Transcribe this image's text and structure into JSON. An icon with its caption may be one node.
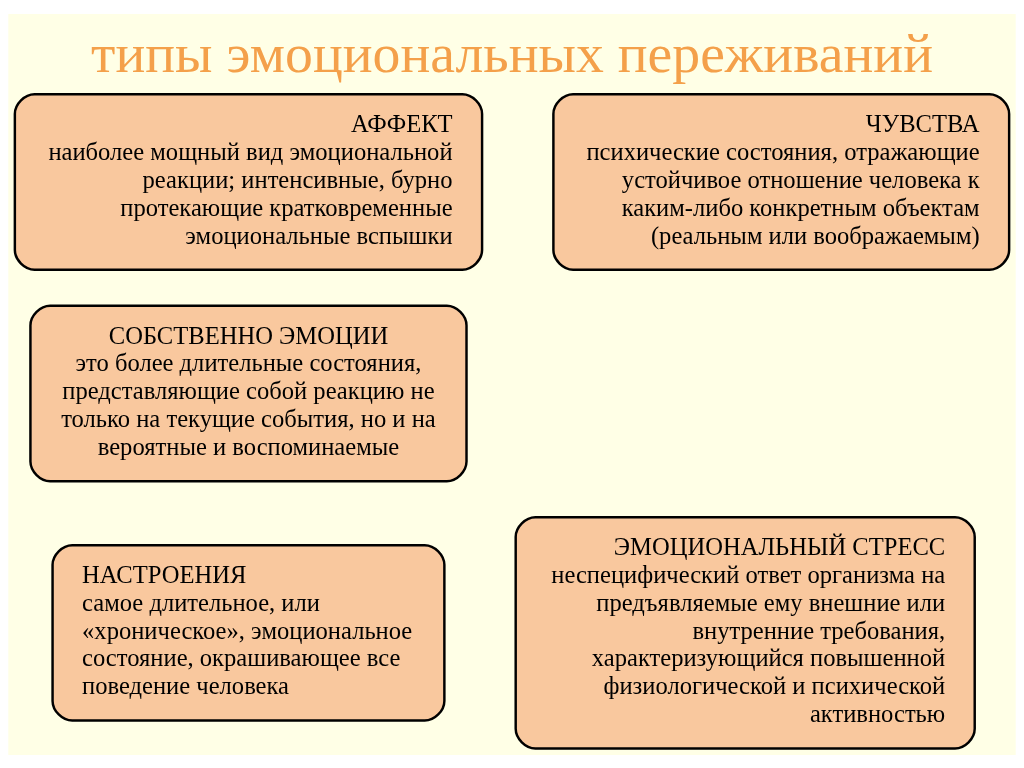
{
  "diagram": {
    "title": "типы эмоциональных переживаний",
    "nodes": [
      {
        "text": [
          "АФФЕКТ",
          "наиболее мощный вид эмоциональной реакции; интенсивные, бурно протекающие кратковременные эмоциональные вспышки"
        ]
      },
      {
        "text": [
          "ЧУВСТВА",
          "психические состояния, отражающие устойчивое отношение человека к каким-либо конкретным объектам (реальным или воображаемым)"
        ]
      },
      {
        "text": [
          "СОБСТВЕННО ЭМОЦИИ",
          "это более длительные состояния, представляющие собой реакцию не только на текущие события, но и на вероятные и воспоминаемые"
        ]
      },
      {
        "text": [
          "НАСТРОЕНИЯ",
          "самое длительное, или «хроническое», эмоциональное состояние, окрашивающее все поведение человека"
        ]
      },
      {
        "text": [
          "ЭМОЦИОНАЛЬНЫЙ СТРЕСС",
          "неспецифический ответ организма на предъявляемые ему внешние или внутренние требования, характеризующийся повышенной физиологической и психической активностью"
        ]
      }
    ]
  }
}
